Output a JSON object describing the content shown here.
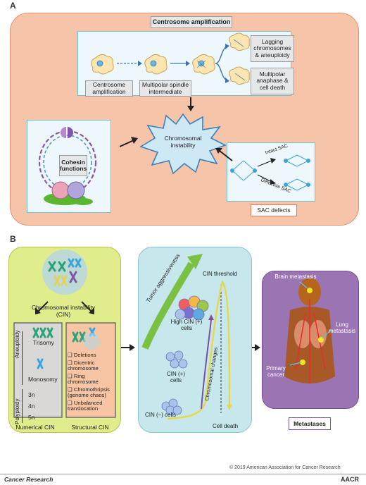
{
  "panel_a": {
    "letter": "A",
    "title": "Centrosome amplification",
    "flow": {
      "centrosome_amp": "Centrosome amplification",
      "multipolar_spindle": "Multipolar spindle intermediate",
      "lagging": "Lagging chromosomes & aneuploidy",
      "multipolar_anaphase": "Multipolar anaphase & cell death"
    },
    "cohesin": "Cohesin functions",
    "cin": "Chromosomal instability",
    "sac": {
      "intact": "Intact SAC",
      "defective": "Defective SAC",
      "label": "SAC defects"
    }
  },
  "panel_b": {
    "letter": "B",
    "cin_label": "Chromosomal instability (CIN)",
    "aneuploidy": "Aneuploidy",
    "trisomy": "Trisomy",
    "monosomy": "Monosomy",
    "polyploidy": "Polyploidy",
    "ploidy": [
      "3n",
      "4n",
      "5n"
    ],
    "structural_items": [
      "Deletions",
      "Dicentric chromosome",
      "Ring chromosome",
      "Chromothripsis (genome chaos)",
      "Unbalanced translocation"
    ],
    "numerical": "Numerical CIN",
    "structural": "Structural CIN",
    "tumor_aggr": "Tumor aggressiveness",
    "cin_threshold": "CIN threshold",
    "high_cin": "High CIN (+) cells",
    "cin_plus": "CIN (+) cells",
    "cin_minus": "CIN (–) cells",
    "chrom_changes": "Chromosomal changes",
    "cell_death": "Cell death",
    "brain": "Brain metastasis",
    "lung": "Lung metastasis",
    "primary": "Primary cancer",
    "metastases": "Metastases"
  },
  "footer": {
    "copyright": "© 2019 American Association for Cancer Research",
    "journal": "Cancer Research",
    "aacr": "AACR"
  },
  "colors": {
    "panel_a_bg": "#f6c4a8",
    "box_blue_border": "#6fc1e3",
    "panel_b1_bg": "#e1ec8c",
    "panel_b2_bg": "#c6e7ec",
    "panel_b3_bg": "#9b74b3"
  }
}
